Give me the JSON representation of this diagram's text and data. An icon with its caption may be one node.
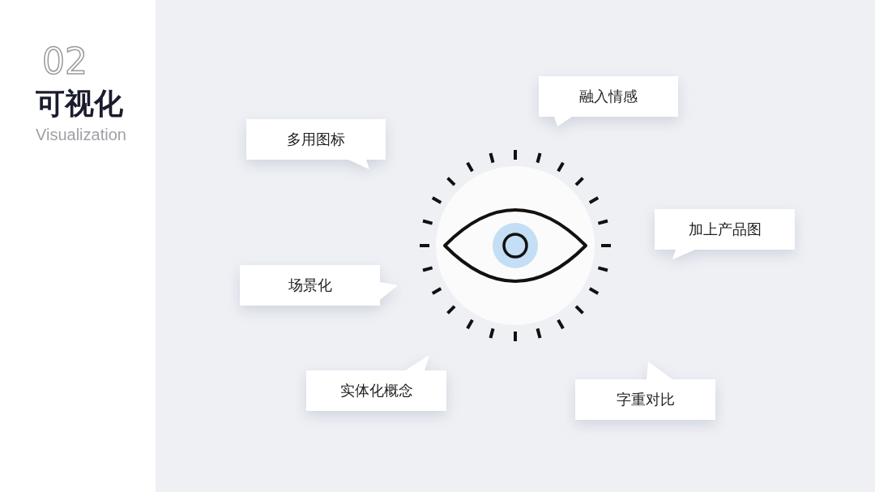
{
  "diagram": {
    "title": "可视化",
    "nodes": [
      {
        "text": [
          "融入情感"
        ]
      },
      {
        "text": [
          "多用图标"
        ]
      },
      {
        "text": [
          "加上产品图"
        ]
      },
      {
        "text": [
          "场景化"
        ]
      },
      {
        "text": [
          "实体化概念"
        ]
      },
      {
        "text": [
          "字重对比"
        ]
      }
    ],
    "labels": [
      "02",
      "Visualization"
    ]
  }
}
